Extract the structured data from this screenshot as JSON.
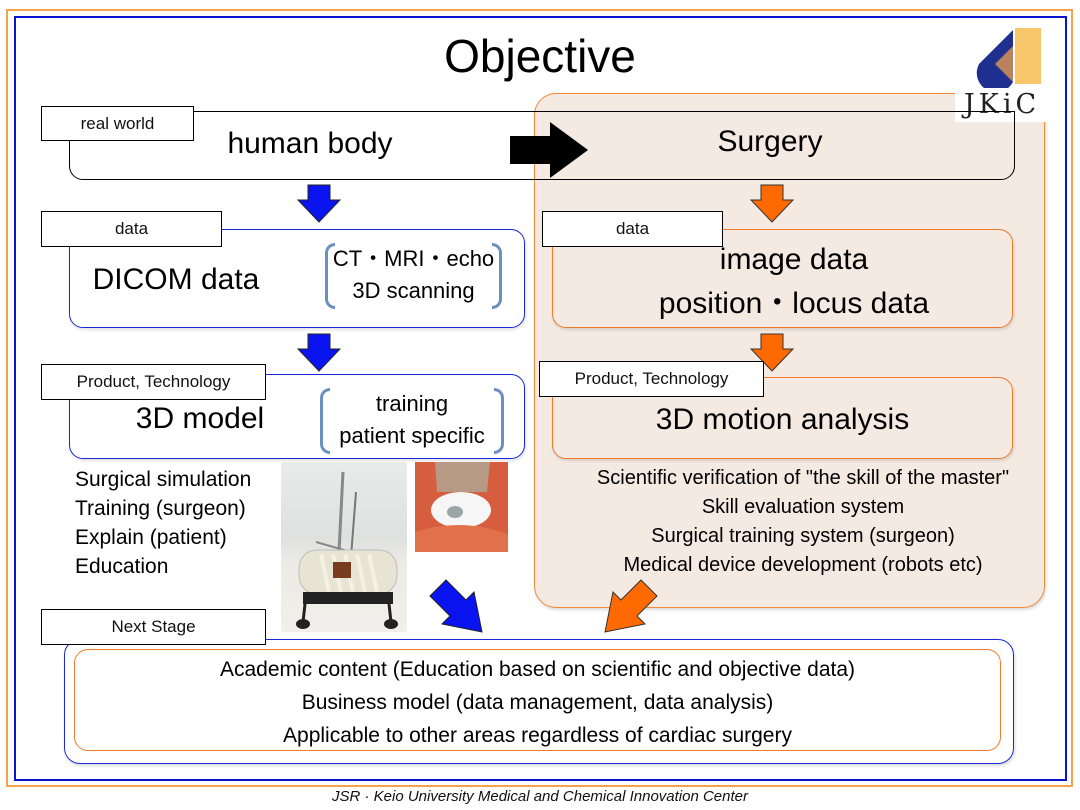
{
  "title": "Objective",
  "logo": {
    "text": "JKiC",
    "icon": "jkic-logo-icon",
    "colors": {
      "blue": "#1e2f8f",
      "gold": "#f7c66a",
      "brown": "#b8825e"
    }
  },
  "colors": {
    "blue_accent": "#0a14d0",
    "orange_accent": "#f08a3c",
    "orange_arrow": "#ff6a00",
    "panel_fill": "#f5eae1"
  },
  "real_world": {
    "tag": "real world",
    "left_label": "human body",
    "right_label": "Surgery",
    "arrow_icon": "black-right-arrow-icon"
  },
  "left": {
    "data": {
      "tag": "data",
      "label": "DICOM data",
      "bracket_lines": [
        "CT・MRI・echo",
        "3D scanning"
      ]
    },
    "product": {
      "tag": "Product, Technology",
      "label": "3D model",
      "bracket_lines": [
        "training",
        "patient specific"
      ]
    },
    "uses": [
      "Surgical simulation",
      "Training (surgeon)",
      "Explain  (patient)",
      "Education"
    ],
    "photos": [
      "heart-simulator-photo",
      "heart-model-closeup-photo"
    ]
  },
  "right": {
    "data": {
      "tag": "data",
      "lines": [
        "image data",
        "position・locus data"
      ]
    },
    "product": {
      "tag": "Product, Technology",
      "label": "3D motion analysis"
    },
    "uses": [
      "Scientific verification of \"the skill of the master\"",
      "Skill evaluation system",
      "Surgical training system (surgeon)",
      "Medical device development (robots etc)"
    ]
  },
  "next_stage": {
    "tag": "Next Stage",
    "lines": [
      "Academic content (Education based on scientific and objective data)",
      "Business model (data management, data analysis)",
      "Applicable to other areas regardless of cardiac surgery"
    ]
  },
  "footer": "JSR · Keio University Medical and Chemical Innovation Center"
}
